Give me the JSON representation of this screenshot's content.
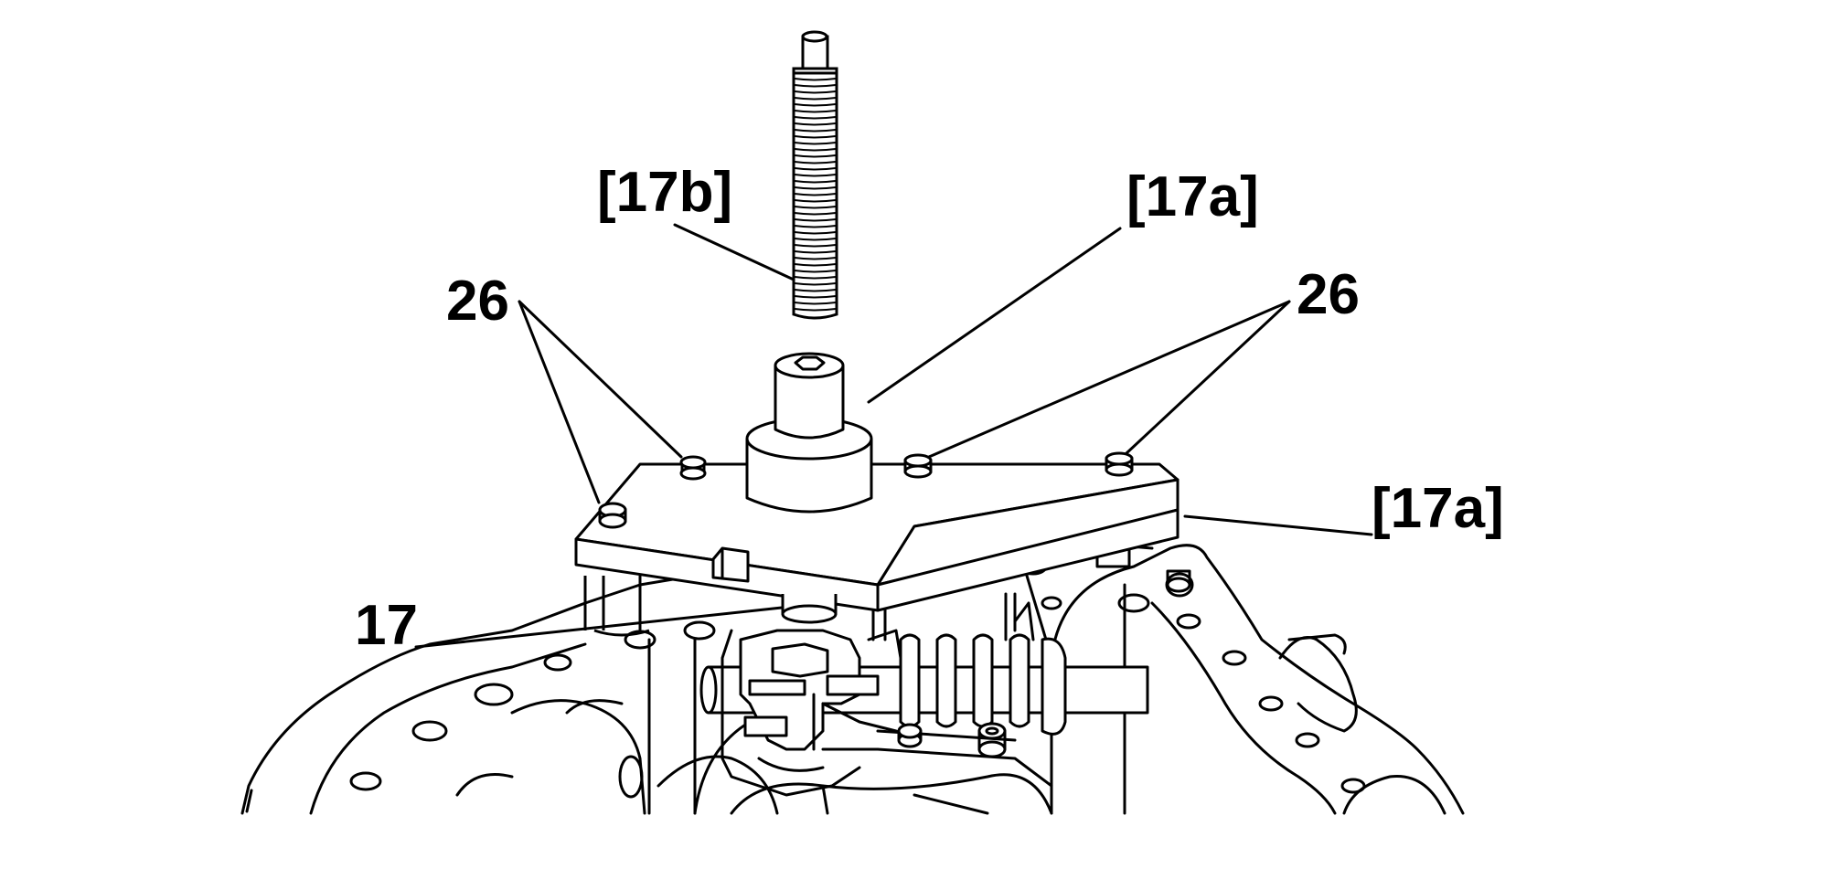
{
  "diagram": {
    "callouts": {
      "tool_17b": "[17b]",
      "tool_17a_top": "[17a]",
      "tool_17a_side": "[17a]",
      "bolts_left": "26",
      "bolts_right": "26",
      "part_17": "17"
    },
    "colors": {
      "line": "#000000",
      "fill": "#ffffff"
    }
  }
}
